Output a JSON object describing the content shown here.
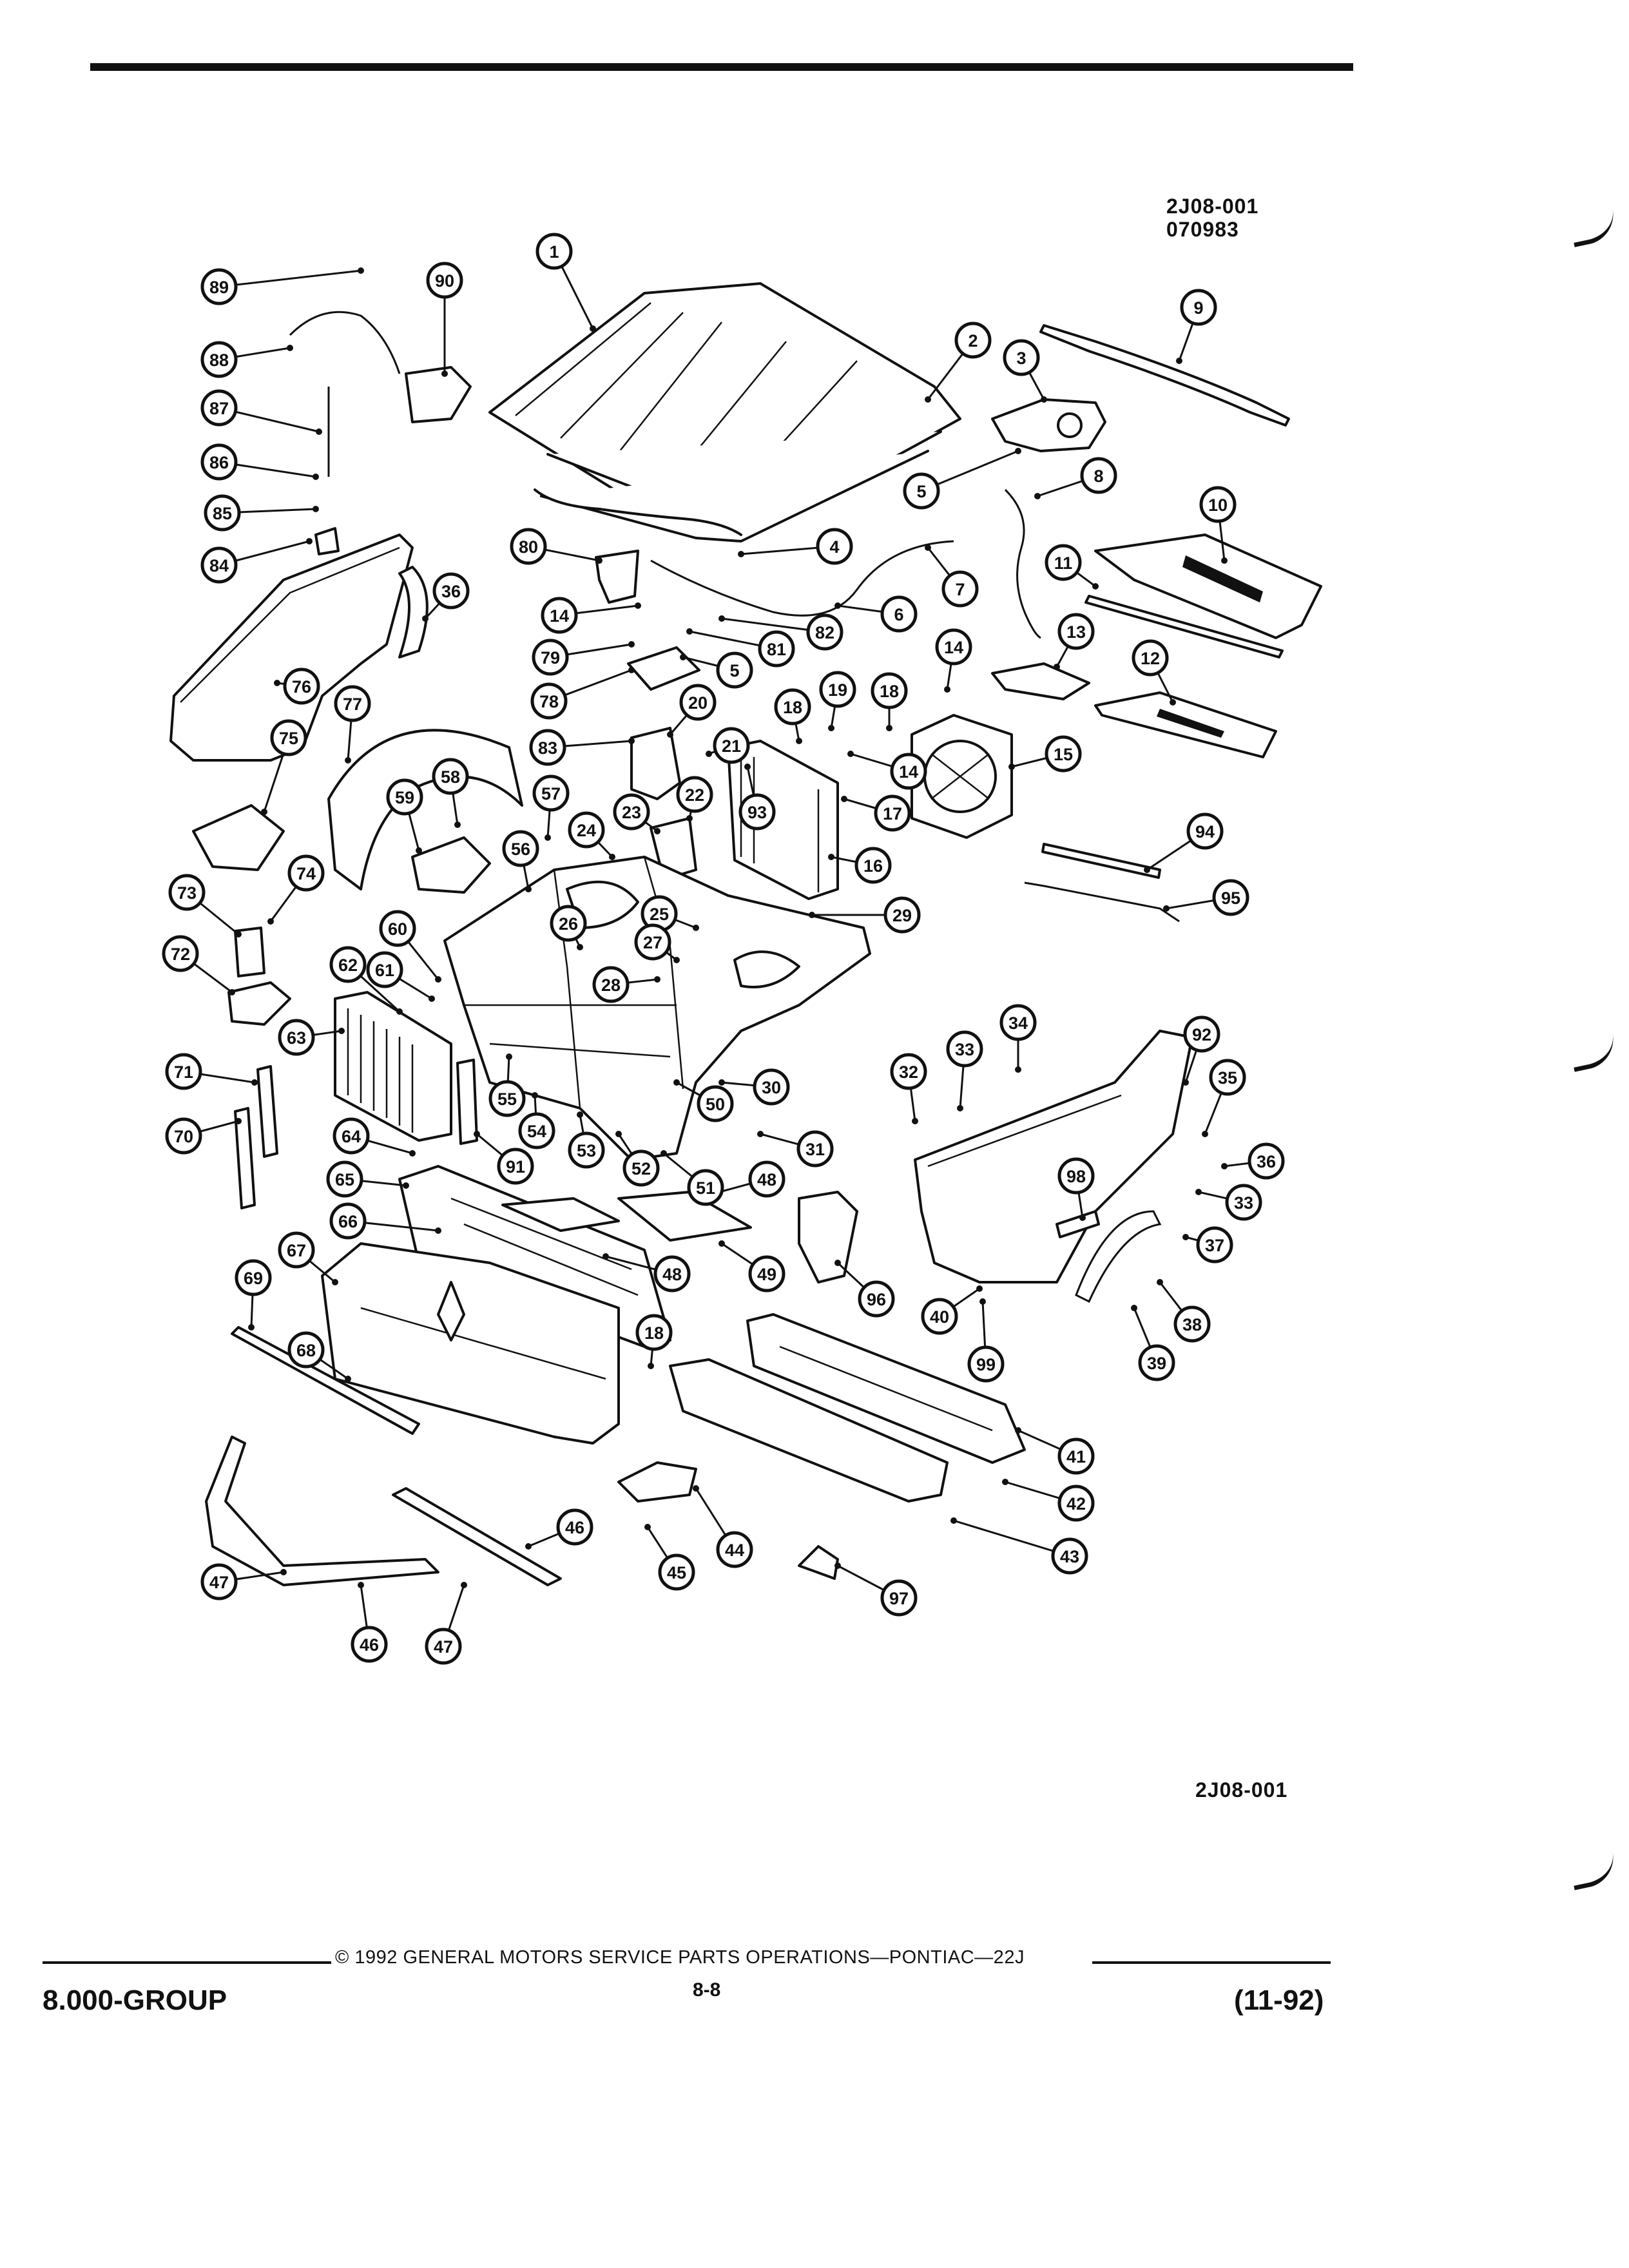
{
  "header": {
    "code_line_1": "2J08-001",
    "code_line_2": "070983"
  },
  "figure": {
    "code": "2J08-001"
  },
  "callouts": [
    {
      "id": "c1",
      "label": "1"
    },
    {
      "id": "c2",
      "label": "2"
    },
    {
      "id": "c3",
      "label": "3"
    },
    {
      "id": "c4",
      "label": "4"
    },
    {
      "id": "c5a",
      "label": "5"
    },
    {
      "id": "c5b",
      "label": "5"
    },
    {
      "id": "c6",
      "label": "6"
    },
    {
      "id": "c7",
      "label": "7"
    },
    {
      "id": "c8",
      "label": "8"
    },
    {
      "id": "c9",
      "label": "9"
    },
    {
      "id": "c10",
      "label": "10"
    },
    {
      "id": "c11",
      "label": "11"
    },
    {
      "id": "c12",
      "label": "12"
    },
    {
      "id": "c13",
      "label": "13"
    },
    {
      "id": "c14a",
      "label": "14"
    },
    {
      "id": "c14b",
      "label": "14"
    },
    {
      "id": "c14c",
      "label": "14"
    },
    {
      "id": "c15",
      "label": "15"
    },
    {
      "id": "c16",
      "label": "16"
    },
    {
      "id": "c17",
      "label": "17"
    },
    {
      "id": "c18a",
      "label": "18"
    },
    {
      "id": "c18b",
      "label": "18"
    },
    {
      "id": "c18c",
      "label": "18"
    },
    {
      "id": "c19",
      "label": "19"
    },
    {
      "id": "c20",
      "label": "20"
    },
    {
      "id": "c21",
      "label": "21"
    },
    {
      "id": "c22",
      "label": "22"
    },
    {
      "id": "c23",
      "label": "23"
    },
    {
      "id": "c24",
      "label": "24"
    },
    {
      "id": "c25",
      "label": "25"
    },
    {
      "id": "c26",
      "label": "26"
    },
    {
      "id": "c27",
      "label": "27"
    },
    {
      "id": "c28",
      "label": "28"
    },
    {
      "id": "c29",
      "label": "29"
    },
    {
      "id": "c30",
      "label": "30"
    },
    {
      "id": "c31",
      "label": "31"
    },
    {
      "id": "c32",
      "label": "32"
    },
    {
      "id": "c33a",
      "label": "33"
    },
    {
      "id": "c33b",
      "label": "33"
    },
    {
      "id": "c34",
      "label": "34"
    },
    {
      "id": "c35",
      "label": "35"
    },
    {
      "id": "c36a",
      "label": "36"
    },
    {
      "id": "c36b",
      "label": "36"
    },
    {
      "id": "c37",
      "label": "37"
    },
    {
      "id": "c38",
      "label": "38"
    },
    {
      "id": "c39",
      "label": "39"
    },
    {
      "id": "c40",
      "label": "40"
    },
    {
      "id": "c41",
      "label": "41"
    },
    {
      "id": "c42",
      "label": "42"
    },
    {
      "id": "c43",
      "label": "43"
    },
    {
      "id": "c44",
      "label": "44"
    },
    {
      "id": "c45",
      "label": "45"
    },
    {
      "id": "c46a",
      "label": "46"
    },
    {
      "id": "c46b",
      "label": "46"
    },
    {
      "id": "c47a",
      "label": "47"
    },
    {
      "id": "c47b",
      "label": "47"
    },
    {
      "id": "c48a",
      "label": "48"
    },
    {
      "id": "c48b",
      "label": "48"
    },
    {
      "id": "c49",
      "label": "49"
    },
    {
      "id": "c50",
      "label": "50"
    },
    {
      "id": "c51",
      "label": "51"
    },
    {
      "id": "c52",
      "label": "52"
    },
    {
      "id": "c53",
      "label": "53"
    },
    {
      "id": "c54",
      "label": "54"
    },
    {
      "id": "c55",
      "label": "55"
    },
    {
      "id": "c56",
      "label": "56"
    },
    {
      "id": "c57",
      "label": "57"
    },
    {
      "id": "c58",
      "label": "58"
    },
    {
      "id": "c59",
      "label": "59"
    },
    {
      "id": "c60",
      "label": "60"
    },
    {
      "id": "c61",
      "label": "61"
    },
    {
      "id": "c62",
      "label": "62"
    },
    {
      "id": "c63",
      "label": "63"
    },
    {
      "id": "c64",
      "label": "64"
    },
    {
      "id": "c65",
      "label": "65"
    },
    {
      "id": "c66",
      "label": "66"
    },
    {
      "id": "c67",
      "label": "67"
    },
    {
      "id": "c68",
      "label": "68"
    },
    {
      "id": "c69",
      "label": "69"
    },
    {
      "id": "c70",
      "label": "70"
    },
    {
      "id": "c71",
      "label": "71"
    },
    {
      "id": "c72",
      "label": "72"
    },
    {
      "id": "c73",
      "label": "73"
    },
    {
      "id": "c74",
      "label": "74"
    },
    {
      "id": "c75",
      "label": "75"
    },
    {
      "id": "c76",
      "label": "76"
    },
    {
      "id": "c77",
      "label": "77"
    },
    {
      "id": "c78",
      "label": "78"
    },
    {
      "id": "c79",
      "label": "79"
    },
    {
      "id": "c80",
      "label": "80"
    },
    {
      "id": "c81",
      "label": "81"
    },
    {
      "id": "c82",
      "label": "82"
    },
    {
      "id": "c83",
      "label": "83"
    },
    {
      "id": "c84",
      "label": "84"
    },
    {
      "id": "c85",
      "label": "85"
    },
    {
      "id": "c86",
      "label": "86"
    },
    {
      "id": "c87",
      "label": "87"
    },
    {
      "id": "c88",
      "label": "88"
    },
    {
      "id": "c89",
      "label": "89"
    },
    {
      "id": "c90",
      "label": "90"
    },
    {
      "id": "c91",
      "label": "91"
    },
    {
      "id": "c92",
      "label": "92"
    },
    {
      "id": "c93",
      "label": "93"
    },
    {
      "id": "c94",
      "label": "94"
    },
    {
      "id": "c95",
      "label": "95"
    },
    {
      "id": "c96",
      "label": "96"
    },
    {
      "id": "c97",
      "label": "97"
    },
    {
      "id": "c98",
      "label": "98"
    },
    {
      "id": "c99",
      "label": "99"
    }
  ],
  "footer": {
    "group": "8.000-GROUP",
    "copyright": "© 1992 GENERAL MOTORS SERVICE PARTS OPERATIONS—PONTIAC—22J",
    "page_number": "8-8",
    "date": "(11-92)"
  }
}
